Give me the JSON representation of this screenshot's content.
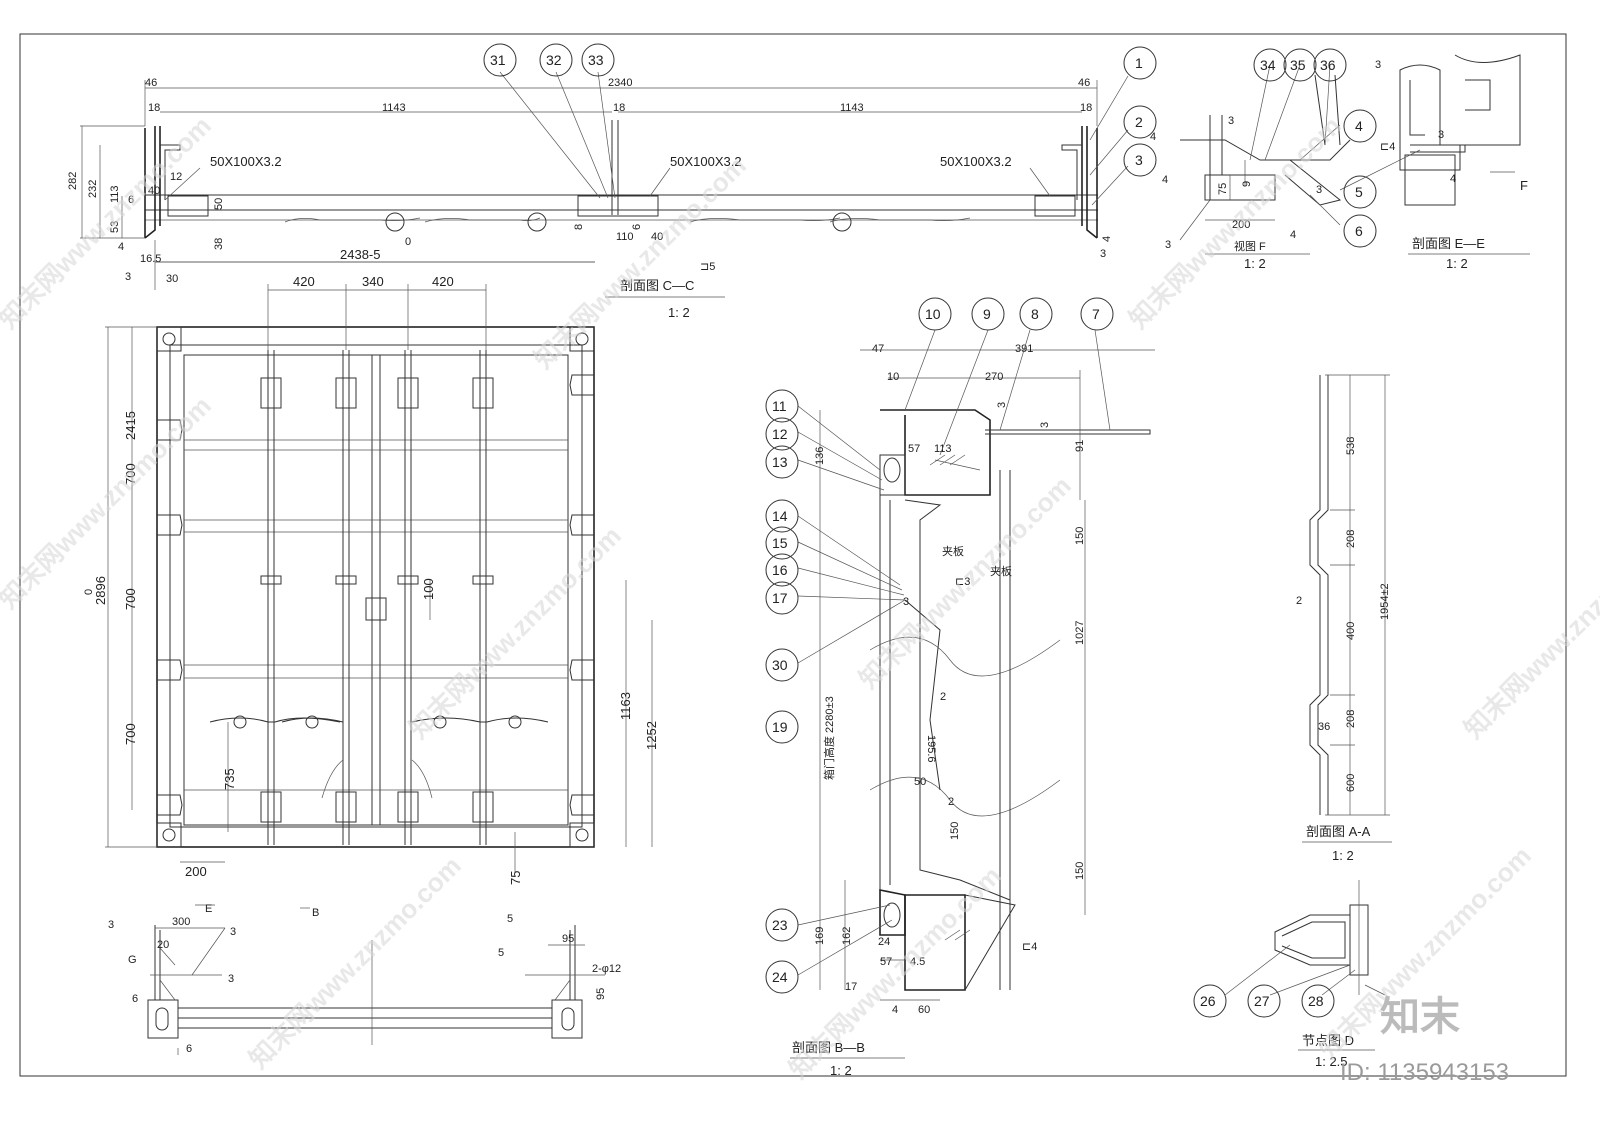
{
  "balloons": [
    "1",
    "2",
    "3",
    "4",
    "5",
    "6",
    "7",
    "8",
    "9",
    "10",
    "11",
    "12",
    "13",
    "14",
    "15",
    "16",
    "17",
    "19",
    "23",
    "24",
    "26",
    "27",
    "28",
    "30",
    "31",
    "32",
    "33",
    "34",
    "35",
    "36"
  ],
  "top_section": {
    "dims": [
      "46",
      "2340",
      "46",
      "18",
      "1143",
      "18",
      "1143",
      "18",
      "282",
      "232",
      "113",
      "40",
      "12",
      "6",
      "53",
      "4",
      "50",
      "38",
      "8",
      "6",
      "110",
      "40",
      "0",
      "16.5",
      "3",
      "30",
      "3",
      "4"
    ],
    "profile_labels": [
      "50X100X3.2",
      "50X100X3.2",
      "50X100X3.2"
    ],
    "section_title": "剖面图 C—C",
    "section_scale": "1: 2",
    "weld_note": "⊐5"
  },
  "door_elevation": {
    "width_dim": "2438-5",
    "top_dims": [
      "420",
      "340",
      "420"
    ],
    "left_dims": [
      "2415",
      "700",
      "700",
      "700",
      "735"
    ],
    "height_dim": "2896",
    "height_dim_zero": "0",
    "right_dims": [
      "100",
      "1163",
      "1252"
    ],
    "bottom_dims": [
      "200",
      "75"
    ]
  },
  "bottom_section": {
    "dims": [
      "300",
      "20",
      "3",
      "6",
      "6",
      "G",
      "5",
      "95",
      "2-φ12",
      "95",
      "5",
      "3",
      "3"
    ],
    "arrows": [
      "E",
      "B"
    ]
  },
  "detail_f": {
    "dims": [
      "3",
      "4",
      "4",
      "75",
      "9",
      "200",
      "3",
      "4",
      "3"
    ],
    "title": "视图 F",
    "scale": "1: 2"
  },
  "section_ee": {
    "dims": [
      "3",
      "3",
      "⊏4",
      "4"
    ],
    "arrow": "F",
    "title": "剖面图 E—E",
    "scale": "1: 2"
  },
  "section_bb": {
    "dims": [
      "47",
      "391",
      "10",
      "270",
      "3",
      "3",
      "113",
      "57",
      "91",
      "136",
      "150",
      "1027",
      "150",
      "150",
      "2",
      "50",
      "2",
      "195.6",
      "3",
      "162",
      "169",
      "24",
      "57",
      "4.5",
      "60",
      "4",
      "17"
    ],
    "notes": [
      "夹板",
      "夹板",
      "⊏3",
      "⊏4"
    ],
    "door_height_note": "箱门高度 2280±3",
    "title": "剖面图 B—B",
    "scale": "1: 2"
  },
  "section_aa": {
    "dims": [
      "538",
      "208",
      "400",
      "208",
      "600",
      "2",
      "36",
      "1954±2"
    ],
    "title": "剖面图 A-A",
    "scale": "1: 2"
  },
  "detail_d": {
    "title": "节点图 D",
    "scale": "1: 2.5"
  },
  "watermark": {
    "text": "知末网www.znzmo.com",
    "brand": "知末",
    "id_text": "ID: 1135943153"
  }
}
